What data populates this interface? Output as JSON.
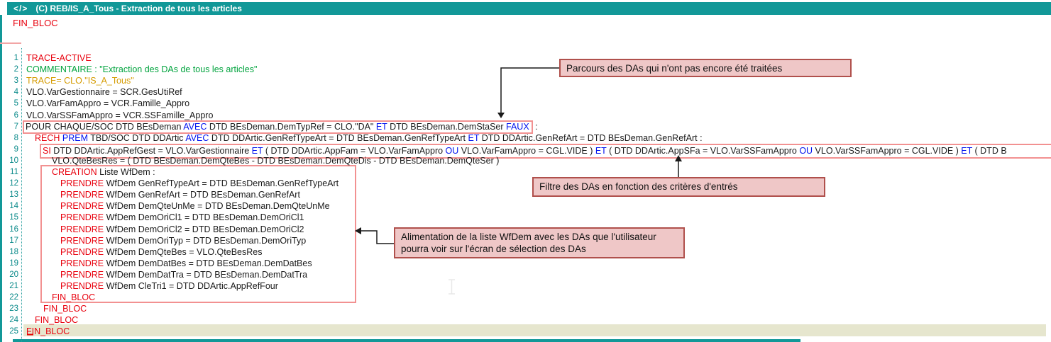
{
  "titlebar": {
    "icon": "</>",
    "title": "(C) REB/IS_A_Tous - Extraction de tous les articles"
  },
  "header": {
    "text": "FIN_BLOC"
  },
  "colors": {
    "titlebar_teal": "#129898",
    "line_number_teal": "#0a8a8a",
    "keyword_red": "#e8000d",
    "keyword_blue": "#0011ee",
    "comment_green": "#00a33d",
    "trace_orange": "#d59b00",
    "code_black": "#1a1a1a",
    "emphasis_box_border": "#f29191",
    "note_background": "#efc7c7",
    "note_border": "#b0504c",
    "highlight_line": "#e6e6ce"
  },
  "code": {
    "lines": [
      {
        "no": 1,
        "indent": 0,
        "tokens": [
          {
            "t": "TRACE-ACTIVE",
            "c": "r"
          }
        ]
      },
      {
        "no": 2,
        "indent": 0,
        "tokens": [
          {
            "t": "COMMENTAIRE : \"Extraction des DAs de tous les articles\"",
            "c": "g"
          }
        ]
      },
      {
        "no": 3,
        "indent": 0,
        "tokens": [
          {
            "t": "TRACE= CLO.\"IS_A_Tous\"",
            "c": "o"
          }
        ]
      },
      {
        "no": 4,
        "indent": 0,
        "tokens": [
          {
            "t": "VLO.VarGestionnaire = SCR.GesUtiRef",
            "c": "k"
          }
        ]
      },
      {
        "no": 5,
        "indent": 0,
        "tokens": [
          {
            "t": "VLO.VarFamAppro = VCR.Famille_Appro",
            "c": "k"
          }
        ]
      },
      {
        "no": 6,
        "indent": 0,
        "tokens": [
          {
            "t": "VLO.VarSSFamAppro = VCR.SSFamille_Appro",
            "c": "k"
          }
        ]
      },
      {
        "no": 7,
        "indent": 0,
        "tokens": [
          {
            "t": "POUR CHAQUE/SOC DTD BEsDeman ",
            "c": "k",
            "box": 1
          },
          {
            "t": "AVEC",
            "c": "b",
            "box": 1
          },
          {
            "t": " DTD BEsDeman.DemTypRef = CLO.\"DA\" ",
            "c": "k",
            "box": 1
          },
          {
            "t": "ET",
            "c": "b",
            "box": 1
          },
          {
            "t": " DTD BEsDeman.DemStaSer ",
            "c": "k",
            "box": 1
          },
          {
            "t": "FAUX",
            "c": "b",
            "box": 1
          },
          {
            "t": " :",
            "c": "k"
          }
        ]
      },
      {
        "no": 8,
        "indent": 1,
        "tokens": [
          {
            "t": "RECH ",
            "c": "r"
          },
          {
            "t": "PREM",
            "c": "b"
          },
          {
            "t": " TBD/SOC DTD DDArtic ",
            "c": "k"
          },
          {
            "t": "AVEC",
            "c": "b"
          },
          {
            "t": " DTD DDArtic.GenRefTypeArt = DTD BEsDeman.GenRefTypeArt ",
            "c": "k"
          },
          {
            "t": "ET",
            "c": "b"
          },
          {
            "t": " DTD DDArtic.GenRefArt = DTD BEsDeman.GenRefArt :",
            "c": "k"
          }
        ]
      },
      {
        "no": 9,
        "indent": 2,
        "box_extend": true,
        "tokens": [
          {
            "t": "SI",
            "c": "r",
            "box": 1
          },
          {
            "t": " DTD DDArtic.AppRefGest = VLO.VarGestionnaire ",
            "c": "k",
            "box": 1
          },
          {
            "t": "ET",
            "c": "b",
            "box": 1
          },
          {
            "t": " ( DTD DDArtic.AppFam = VLO.VarFamAppro ",
            "c": "k",
            "box": 1
          },
          {
            "t": "OU",
            "c": "b",
            "box": 1
          },
          {
            "t": " VLO.VarFamAppro = CGL.VIDE ) ",
            "c": "k",
            "box": 1
          },
          {
            "t": "ET",
            "c": "b",
            "box": 1
          },
          {
            "t": " ( DTD DDArtic.AppSFa = VLO.VarSSFamAppro ",
            "c": "k",
            "box": 1
          },
          {
            "t": "OU",
            "c": "b",
            "box": 1
          },
          {
            "t": " VLO.VarSSFamAppro = CGL.VIDE ) ",
            "c": "k",
            "box": 1
          },
          {
            "t": "ET",
            "c": "b",
            "box": 1
          },
          {
            "t": " ( DTD B",
            "c": "k",
            "box": 1
          }
        ]
      },
      {
        "no": 10,
        "indent": 3,
        "tokens": [
          {
            "t": "VLO.QteBesRes = ( DTD BEsDeman.DemQteBes - DTD BEsDeman.DemQteDis - DTD BEsDeman.DemQteSer )",
            "c": "k"
          }
        ]
      },
      {
        "no": 11,
        "indent": 3,
        "tokens": [
          {
            "t": "CREATION",
            "c": "r"
          },
          {
            "t": " Liste WfDem :",
            "c": "k"
          }
        ]
      },
      {
        "no": 12,
        "indent": 4,
        "tokens": [
          {
            "t": "PRENDRE",
            "c": "r"
          },
          {
            "t": " WfDem GenRefTypeArt = DTD BEsDeman.GenRefTypeArt",
            "c": "k"
          }
        ]
      },
      {
        "no": 13,
        "indent": 4,
        "tokens": [
          {
            "t": "PRENDRE",
            "c": "r"
          },
          {
            "t": " WfDem GenRefArt = DTD BEsDeman.GenRefArt",
            "c": "k"
          }
        ]
      },
      {
        "no": 14,
        "indent": 4,
        "tokens": [
          {
            "t": "PRENDRE",
            "c": "r"
          },
          {
            "t": " WfDem DemQteUnMe = DTD BEsDeman.DemQteUnMe",
            "c": "k"
          }
        ]
      },
      {
        "no": 15,
        "indent": 4,
        "tokens": [
          {
            "t": "PRENDRE",
            "c": "r"
          },
          {
            "t": " WfDem DemOriCl1 = DTD BEsDeman.DemOriCl1",
            "c": "k"
          }
        ]
      },
      {
        "no": 16,
        "indent": 4,
        "tokens": [
          {
            "t": "PRENDRE",
            "c": "r"
          },
          {
            "t": " WfDem DemOriCl2 = DTD BEsDeman.DemOriCl2",
            "c": "k"
          }
        ]
      },
      {
        "no": 17,
        "indent": 4,
        "tokens": [
          {
            "t": "PRENDRE",
            "c": "r"
          },
          {
            "t": " WfDem DemOriTyp = DTD BEsDeman.DemOriTyp",
            "c": "k"
          }
        ]
      },
      {
        "no": 18,
        "indent": 4,
        "tokens": [
          {
            "t": "PRENDRE",
            "c": "r"
          },
          {
            "t": " WfDem DemQteBes = VLO.QteBesRes",
            "c": "k"
          }
        ]
      },
      {
        "no": 19,
        "indent": 4,
        "tokens": [
          {
            "t": "PRENDRE",
            "c": "r"
          },
          {
            "t": " WfDem DemDatBes = DTD BEsDeman.DemDatBes",
            "c": "k"
          }
        ]
      },
      {
        "no": 20,
        "indent": 4,
        "tokens": [
          {
            "t": "PRENDRE",
            "c": "r"
          },
          {
            "t": " WfDem DemDatTra = DTD BEsDeman.DemDatTra",
            "c": "k"
          }
        ]
      },
      {
        "no": 21,
        "indent": 4,
        "tokens": [
          {
            "t": "PRENDRE",
            "c": "r"
          },
          {
            "t": " WfDem CleTri1 = DTD DDArtic.AppRefFour",
            "c": "k"
          }
        ]
      },
      {
        "no": 22,
        "indent": 3,
        "tokens": [
          {
            "t": "FIN_BLOC",
            "c": "r"
          }
        ]
      },
      {
        "no": 23,
        "indent": 2,
        "tokens": [
          {
            "t": "FIN_BLOC",
            "c": "r"
          }
        ]
      },
      {
        "no": 24,
        "indent": 1,
        "tokens": [
          {
            "t": "FIN_BLOC",
            "c": "r"
          }
        ]
      },
      {
        "no": 25,
        "indent": 0,
        "highlight": true,
        "tokens": [
          {
            "t": "FIN_BLOC",
            "c": "r"
          }
        ]
      }
    ]
  },
  "notes": [
    {
      "text": "Parcours des DAs qui n'ont pas encore été traitées"
    },
    {
      "text": "Filtre des DAs en fonction des critères d'entrés"
    },
    {
      "text": "Alimentation de la liste WfDem avec les DAs que l'utilisateur\npourra voir sur l'écran de sélection des DAs"
    }
  ]
}
